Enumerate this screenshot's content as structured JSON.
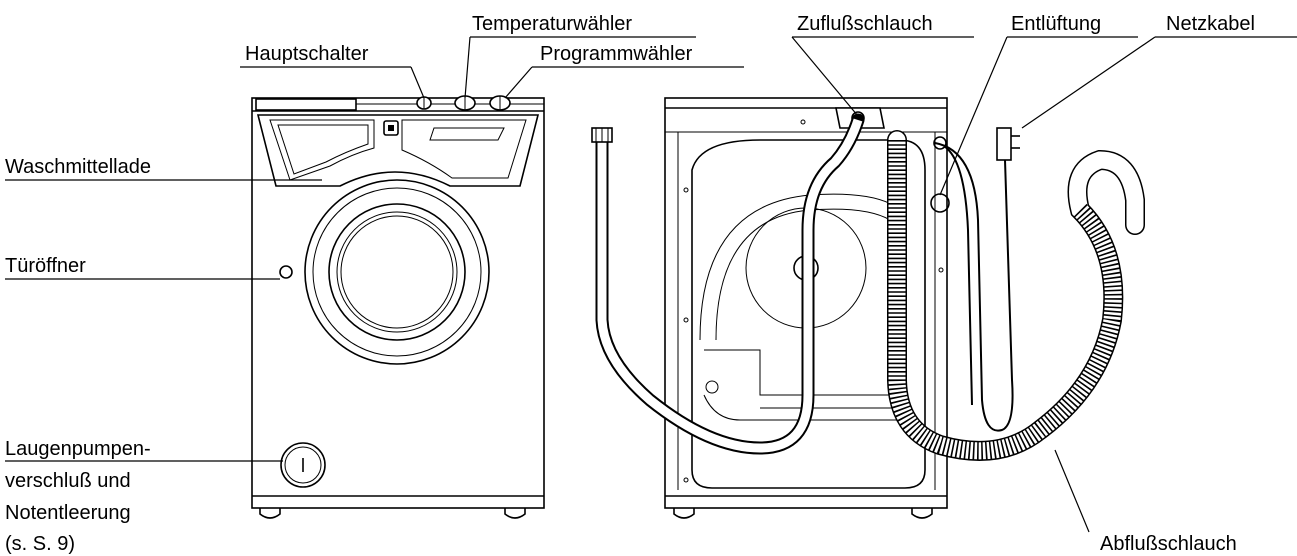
{
  "labels": {
    "temperaturwaehler": "Temperaturwähler",
    "zuflussschlauch": "Zuflußschlauch",
    "entlueftung": "Entlüftung",
    "netzkabel": "Netzkabel",
    "hauptschalter": "Hauptschalter",
    "programmwaehler": "Programmwähler",
    "waschmittellade": "Waschmittellade",
    "tueroeffner": "Türöffner",
    "laugenpumpe_line1": "Laugenpumpen-",
    "laugenpumpe_line2": "verschluß und",
    "laugenpumpe_line3": "Notentleerung",
    "laugenpumpe_line4": "(s. S. 9)",
    "abflussschlauch": "Abflußschlauch"
  },
  "icons": {
    "front": "washing-machine-front-icon",
    "rear": "washing-machine-rear-icon"
  }
}
